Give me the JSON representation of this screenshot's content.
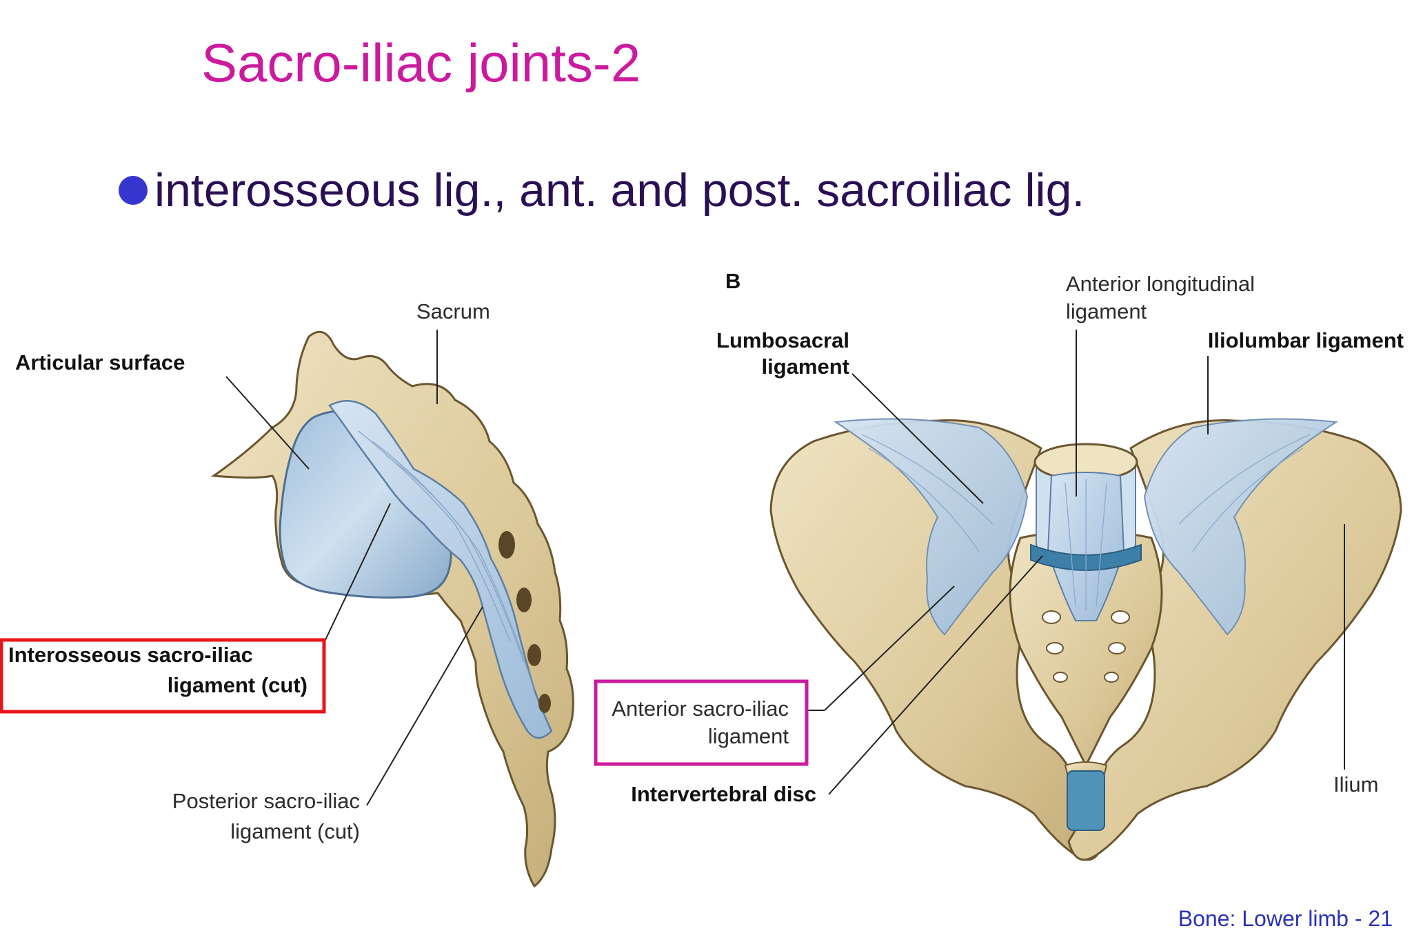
{
  "slide": {
    "title": "Sacro-iliac joints-2",
    "bullet": "interosseous lig., ant. and post. sacroiliac lig.",
    "footer": "Bone: Lower limb - 21"
  },
  "figure_a": {
    "labels": {
      "sacrum": "Sacrum",
      "articular_surface": "Articular surface",
      "interosseous_line1": "Interosseous sacro-iliac",
      "interosseous_line2": "ligament (cut)",
      "posterior_line1": "Posterior sacro-iliac",
      "posterior_line2": "ligament (cut)"
    }
  },
  "figure_b": {
    "panel_letter": "B",
    "labels": {
      "anterior_longitudinal_line1": "Anterior longitudinal",
      "anterior_longitudinal_line2": "ligament",
      "lumbosacral_line1": "Lumbosacral",
      "lumbosacral_line2": "ligament",
      "iliolumbar": "Iliolumbar ligament",
      "anterior_sacroiliac_line1": "Anterior sacro-iliac",
      "anterior_sacroiliac_line2": "ligament",
      "intervertebral_disc": "Intervertebral disc",
      "ilium": "Ilium"
    }
  },
  "colors": {
    "title": "#cc1a9e",
    "bullet_text": "#2a0f55",
    "bullet_dot": "#3636cf",
    "bone": "#dcc99a",
    "ligament": "#b9d0e6",
    "highlight_red": "#e8141c",
    "highlight_magenta": "#cc1a9e",
    "footer": "#2a32b8"
  }
}
